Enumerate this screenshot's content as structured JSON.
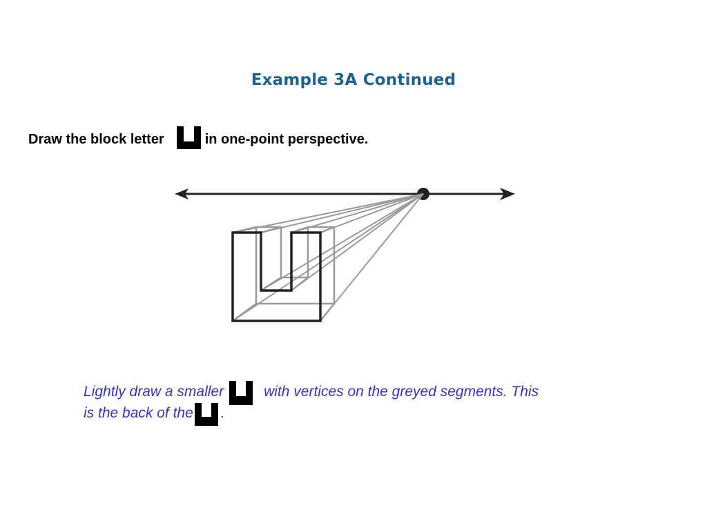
{
  "slide": {
    "title": "Example 3A Continued",
    "instruction": {
      "before": "Draw the block letter",
      "after": "in one-point perspective."
    },
    "note": {
      "line1_before": "Lightly draw a smaller",
      "line1_after": "with vertices on the greyed segments. This",
      "line2_before": "is the back of the",
      "line2_after": "."
    },
    "colors": {
      "title": "#1a6291",
      "note": "#3333cc",
      "front_face": "#222222",
      "guides": "#9a9a9a"
    },
    "icons": [
      "u-block-letter-icon",
      "vanishing-point-icon",
      "arrow-left-icon",
      "arrow-right-icon"
    ]
  }
}
